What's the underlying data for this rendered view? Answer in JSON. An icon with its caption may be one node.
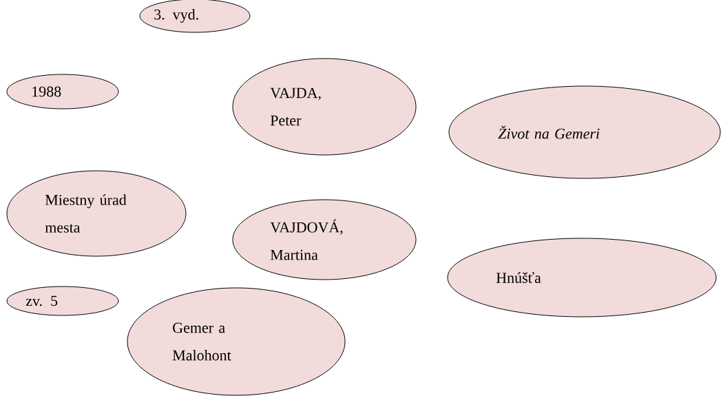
{
  "diagram": {
    "nodes": [
      {
        "text": [
          "3. vyd."
        ]
      },
      {
        "text": [
          "1988"
        ]
      },
      {
        "text": [
          "VAJDA, Peter"
        ]
      },
      {
        "text": [
          "Život na Gemeri"
        ]
      },
      {
        "text": [
          "Miestny úrad mesta"
        ]
      },
      {
        "text": [
          "VAJDOVÁ, Martina"
        ]
      },
      {
        "text": [
          "Hnúšťa"
        ]
      },
      {
        "text": [
          "zv. 5"
        ]
      },
      {
        "text": [
          "Gemer a Malohont"
        ]
      }
    ]
  }
}
